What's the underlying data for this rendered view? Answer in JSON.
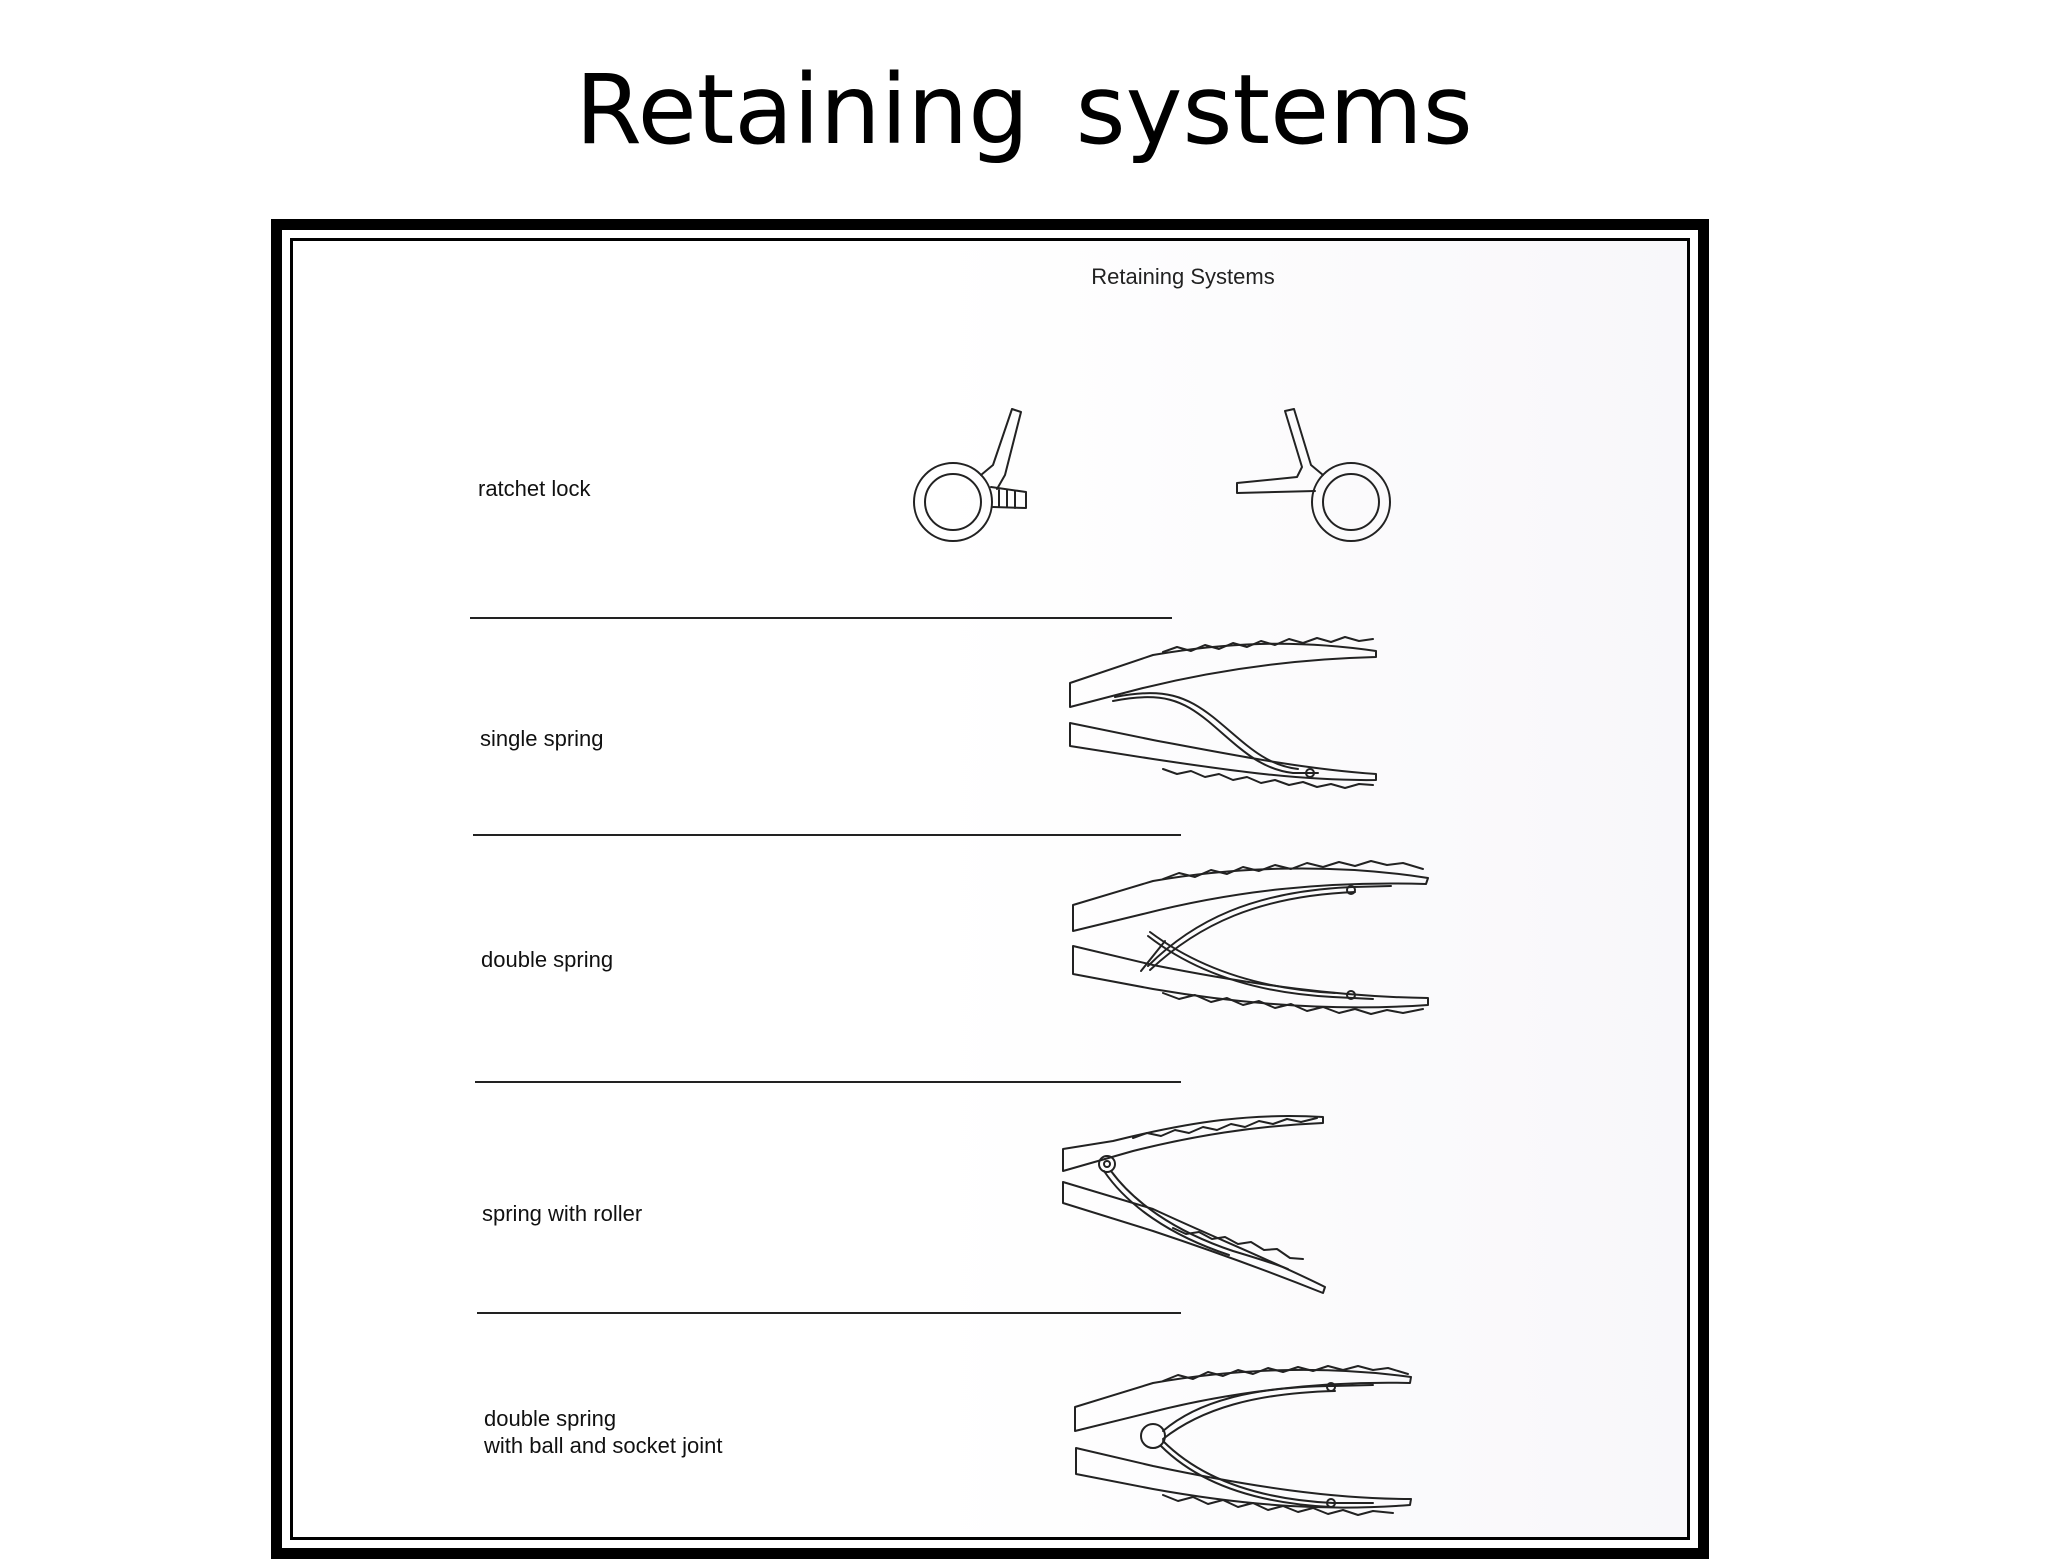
{
  "slide": {
    "title": "Retaining  systems"
  },
  "document": {
    "title": "Retaining Systems",
    "rows": [
      {
        "label": "ratchet lock"
      },
      {
        "label": "single spring"
      },
      {
        "label": "double spring"
      },
      {
        "label": "spring with roller"
      },
      {
        "label_line1": "double spring",
        "label_line2": "with ball and socket joint"
      }
    ]
  }
}
